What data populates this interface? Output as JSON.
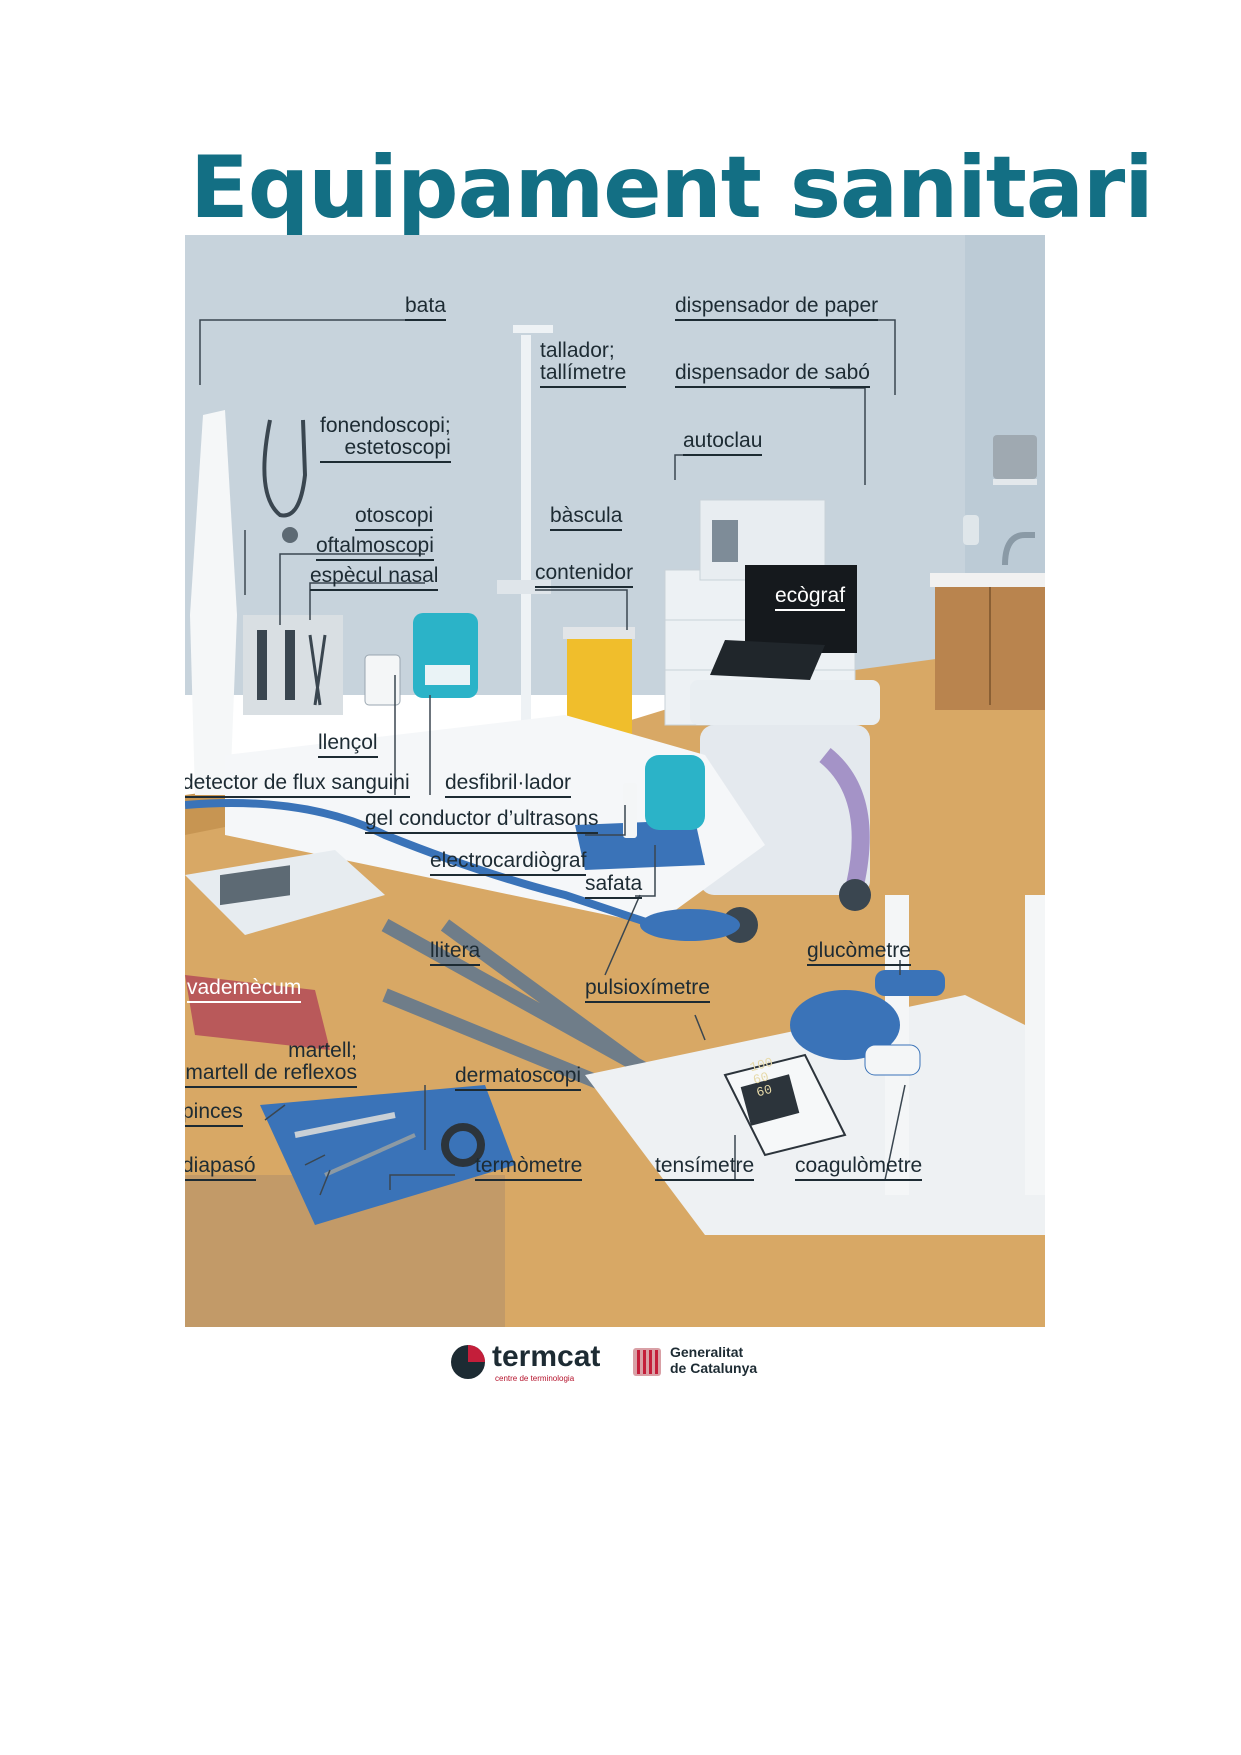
{
  "title": "Equipament sanitari",
  "labels": {
    "bata": "bata",
    "fonendoscopi_1": "fonendoscopi;",
    "fonendoscopi_2": "estetoscopi",
    "otoscopi": "otoscopi",
    "oftalmoscopi": "oftalmoscopi",
    "especul_nasal": "espècul nasal",
    "tallador_1": "tallador;",
    "tallador_2": "tallímetre",
    "bascula": "bàscula",
    "contenidor": "contenidor",
    "dispensador_paper": "dispensador de paper",
    "dispensador_sabo": "dispensador de sabó",
    "autoclau": "autoclau",
    "ecograf": "ecògraf",
    "llencol": "llençol",
    "detector_flux": "detector de flux sanguini",
    "desfibrillador": "desfibril·lador",
    "gel_conductor": "gel conductor d’ultrasons",
    "electrocardiograf": "electrocardiògraf",
    "safata": "safata",
    "llitera": "llitera",
    "glucometre": "glucòmetre",
    "vademecum": "vademècum",
    "pulsioximetre": "pulsioxímetre",
    "martell_1": "martell;",
    "martell_2": "martell de reflexos",
    "dermatoscopi": "dermatoscopi",
    "pinces": "pinces",
    "diapaso": "diapasó",
    "termometre": "termòmetre",
    "tensimetre": "tensímetre",
    "coagulometre": "coagulòmetre"
  },
  "devices": {
    "tensimetre_readout": [
      "100",
      "60",
      "60"
    ]
  },
  "footer": {
    "termcat_name": "termcat",
    "termcat_sub": "centre de terminologia",
    "generalitat_1": "Generalitat",
    "generalitat_2": "de Catalunya"
  },
  "colors": {
    "title": "#136f84",
    "wall": "#c7d3dc",
    "floor": "#d8a865",
    "accent_blue": "#3a73b8",
    "teal": "#2bb3c8",
    "yellow": "#f0be2c",
    "red_book": "#b9595a"
  }
}
